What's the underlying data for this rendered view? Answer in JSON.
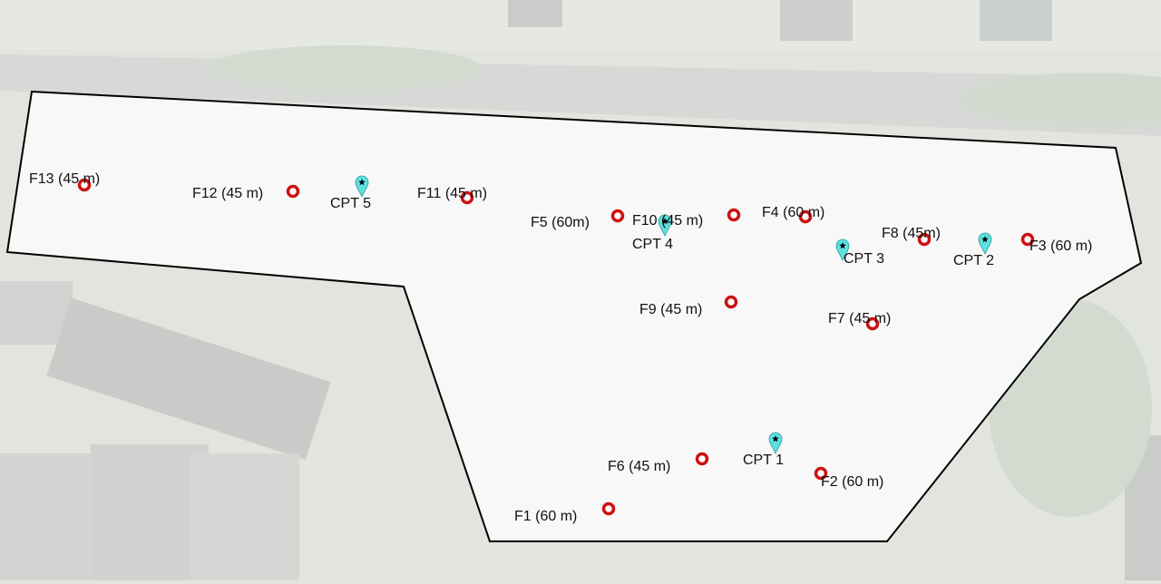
{
  "map": {
    "colors": {
      "boundary": "#000000",
      "site_fill": "#fafafa",
      "borehole": "#cc1111",
      "cpt": "#5fe0e0"
    },
    "boreholes": [
      {
        "label": "F13 (45 m)",
        "icon": "red-ring-marker"
      },
      {
        "label": "F12 (45 m)",
        "icon": "red-ring-marker"
      },
      {
        "label": "F11 (45 m)",
        "icon": "red-ring-marker"
      },
      {
        "label": "F5 (60m)",
        "icon": "red-ring-marker"
      },
      {
        "label": "F10 (45 m)",
        "icon": "red-ring-marker"
      },
      {
        "label": "F4 (60 m)",
        "icon": "red-ring-marker"
      },
      {
        "label": "F8 (45m)",
        "icon": "red-ring-marker"
      },
      {
        "label": "F3 (60 m)",
        "icon": "red-ring-marker"
      },
      {
        "label": "F9 (45 m)",
        "icon": "red-ring-marker"
      },
      {
        "label": "F7 (45 m)",
        "icon": "red-ring-marker"
      },
      {
        "label": "F6 (45 m)",
        "icon": "red-ring-marker"
      },
      {
        "label": "F2 (60 m)",
        "icon": "red-ring-marker"
      },
      {
        "label": "F1 (60 m)",
        "icon": "red-ring-marker"
      }
    ],
    "cpts": [
      {
        "label": "CPT 5",
        "icon": "map-pin-star"
      },
      {
        "label": "CPT 4",
        "icon": "map-pin-star"
      },
      {
        "label": "CPT 3",
        "icon": "map-pin-star"
      },
      {
        "label": "CPT 2",
        "icon": "map-pin-star"
      },
      {
        "label": "CPT 1",
        "icon": "map-pin-star"
      }
    ]
  }
}
